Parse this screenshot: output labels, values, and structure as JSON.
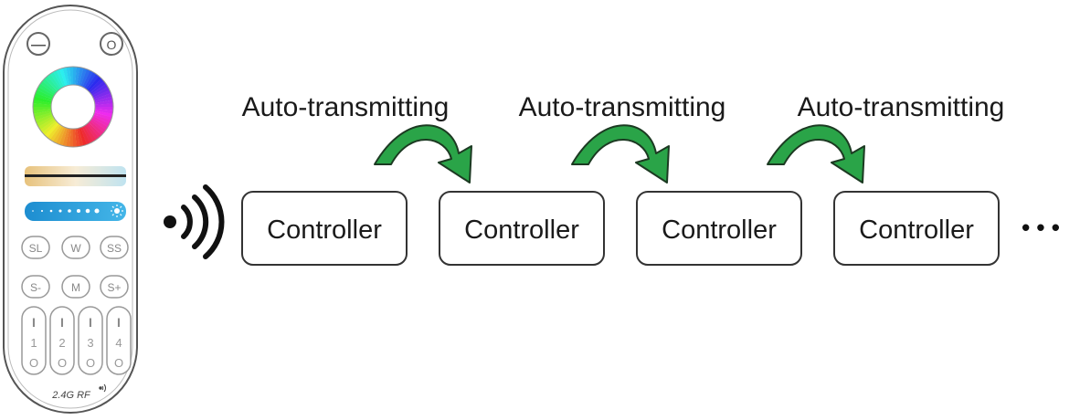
{
  "remote": {
    "power_off_symbol": "—",
    "power_on_symbol": "O",
    "buttons_row1": [
      "SL",
      "W",
      "SS"
    ],
    "buttons_row2": [
      "S-",
      "M",
      "S+"
    ],
    "zones": [
      {
        "number": "1",
        "on": "I",
        "off": "O"
      },
      {
        "number": "2",
        "on": "I",
        "off": "O"
      },
      {
        "number": "3",
        "on": "I",
        "off": "O"
      },
      {
        "number": "4",
        "on": "I",
        "off": "O"
      }
    ],
    "frequency_label": "2.4G RF",
    "icons": [
      "power-off-icon",
      "power-on-icon",
      "color-wheel-icon",
      "brightness-sun-icon",
      "rf-signal-icon"
    ]
  },
  "chain": {
    "transmit_labels": [
      "Auto-transmitting",
      "Auto-transmitting",
      "Auto-transmitting"
    ],
    "controllers": [
      "Controller",
      "Controller",
      "Controller",
      "Controller"
    ],
    "continuation": "• • •"
  },
  "colors": {
    "arrow_fill": "#2aa448",
    "arrow_stroke": "#1c3a22",
    "outline": "#3a3a3a",
    "remote_button_gray": "#9a9a9a",
    "brightness_bar": "#2f9fd9"
  }
}
